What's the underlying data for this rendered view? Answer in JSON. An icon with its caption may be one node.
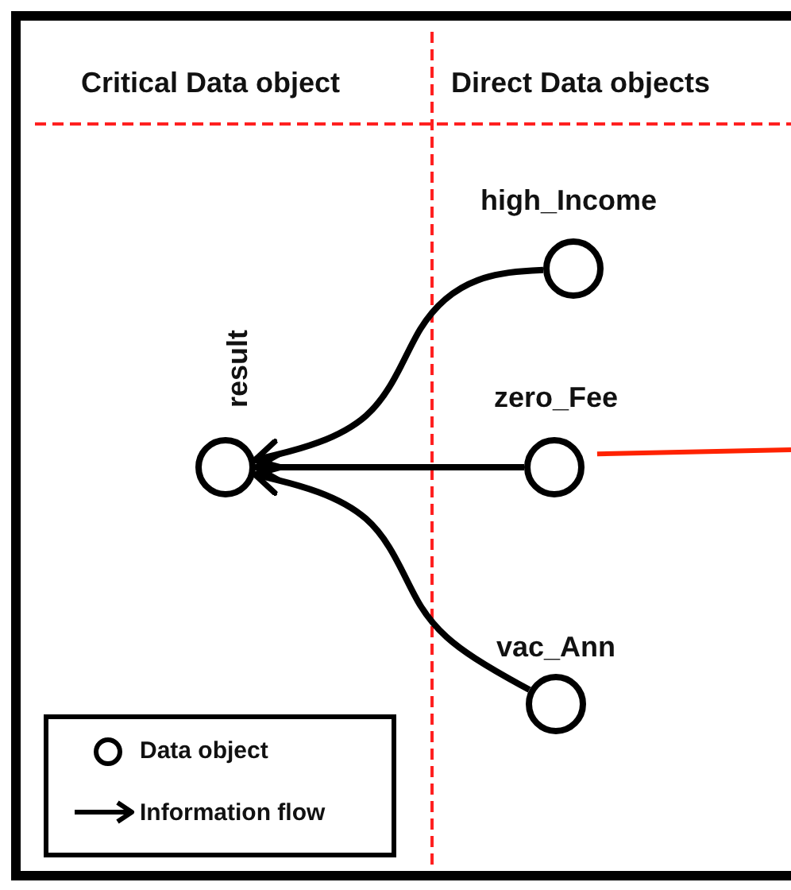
{
  "diagram": {
    "nodes": [
      {
        "text": [],
        "shape": "circle",
        "beside": [
          "result"
        ]
      },
      {
        "text": [],
        "shape": "circle",
        "beside": [
          "high_Income"
        ]
      },
      {
        "text": [],
        "shape": "circle",
        "beside": [
          "zero_Fee"
        ]
      },
      {
        "text": [],
        "shape": "circle",
        "beside": [
          "vac_Ann"
        ]
      }
    ],
    "edges": [
      {
        "from": 1,
        "to": 0,
        "arrow": "to"
      },
      {
        "from": 2,
        "to": 0,
        "arrow": "to"
      },
      {
        "from": 3,
        "to": 0,
        "arrow": "to"
      },
      {
        "from": 2,
        "to": null,
        "arrow": "none",
        "color": "#ff2200"
      }
    ],
    "labels": [
      "Critical Data object",
      "Direct Data objects"
    ],
    "legend": [
      {
        "text": "Data object"
      },
      {
        "text": "Information flow"
      }
    ]
  }
}
